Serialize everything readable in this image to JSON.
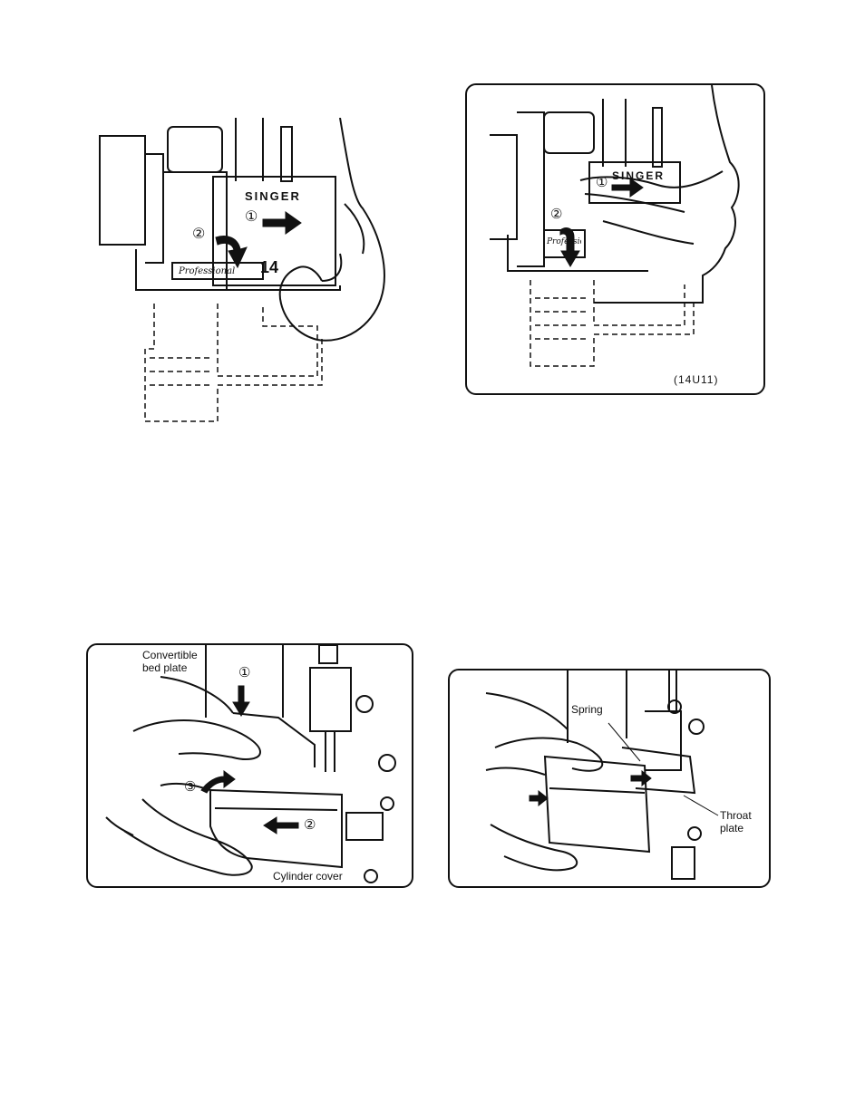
{
  "fig1": {
    "brand": "SINGER",
    "model_number": "14",
    "script_badge": "Professional",
    "step_1": "①",
    "step_2": "②"
  },
  "fig2": {
    "brand": "SINGER",
    "script_badge": "Professional",
    "step_1": "①",
    "step_2": "②",
    "code": "(14U11)"
  },
  "fig3": {
    "label_plate_line1": "Convertible",
    "label_plate_line2": "bed plate",
    "label_cover": "Cylinder cover",
    "step_1": "①",
    "step_2": "②",
    "step_3": "③"
  },
  "fig4": {
    "label_spring": "Spring",
    "label_throat_line1": "Throat",
    "label_throat_line2": "plate"
  }
}
